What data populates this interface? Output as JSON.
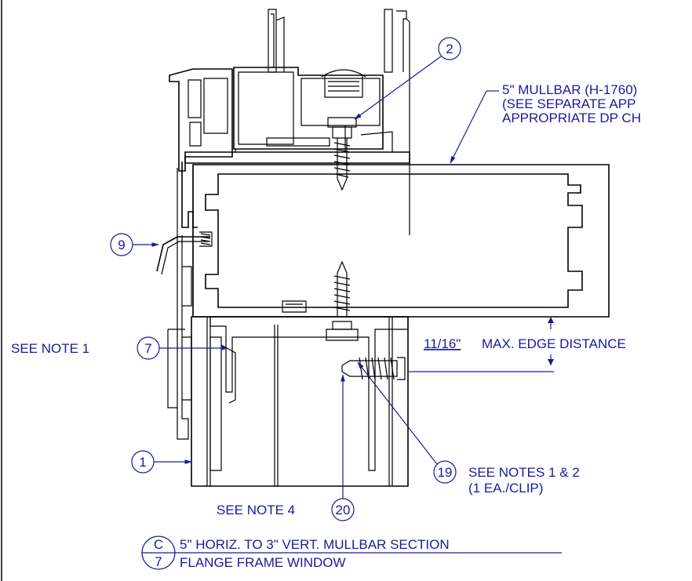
{
  "callouts": {
    "c2": "2",
    "c9": "9",
    "c7": "7",
    "c1": "1",
    "c19": "19",
    "c20": "20"
  },
  "mullbar_note": {
    "line1": "5\" MULLBAR (H-1760)",
    "line2": "(SEE SEPARATE APP",
    "line3": "APPROPRIATE DP CH"
  },
  "see_note_1": "SEE NOTE 1",
  "edge_distance": {
    "value": "11/16\"",
    "text": "MAX. EDGE DISTANCE"
  },
  "see_notes_1_2": {
    "line1": "SEE NOTES 1 & 2",
    "line2": "(1 EA./CLIP)"
  },
  "see_note_4": "SEE NOTE 4",
  "section": {
    "letter": "C",
    "sheet": "7",
    "title": "5\" HORIZ. TO 3\" VERT. MULLBAR SECTION",
    "subtitle": "FLANGE FRAME WINDOW"
  },
  "colors": {
    "line": "#000000",
    "annotation": "#1a1a9a"
  }
}
